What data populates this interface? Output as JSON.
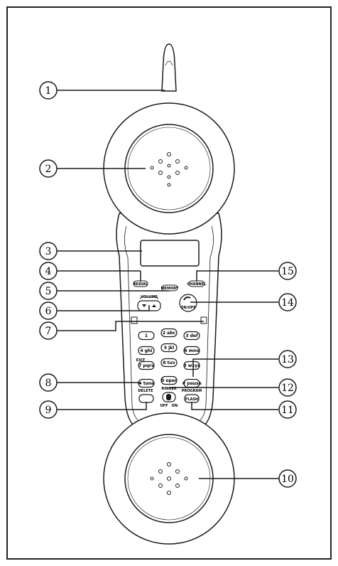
{
  "callouts": [
    "1",
    "2",
    "3",
    "4",
    "5",
    "6",
    "7",
    "8",
    "9",
    "10",
    "11",
    "12",
    "13",
    "14",
    "15"
  ],
  "keypad": {
    "keys": [
      "1",
      "2 abc",
      "3 def",
      "4 ghi",
      "5 jkl",
      "6 mno",
      "7 pqrs",
      "8 tuv",
      "9 wxyz",
      "✱ tone",
      "0 oper",
      "# pause"
    ],
    "labels": {
      "redial": "REDIAL",
      "memory": "MEMORY",
      "channel": "CHANNEL",
      "volume": "VOLUME",
      "talk": "ON/OFF",
      "exit": "EXIT",
      "delete": "DELETE",
      "ringer": "RINGER",
      "ringer_off": "OFF",
      "ringer_on": "ON",
      "program": "PROGRAM",
      "flash": "FLASH"
    }
  },
  "colors": {
    "line": "#1a1a1a",
    "fill": "#ffffff",
    "frame": "#222222"
  }
}
